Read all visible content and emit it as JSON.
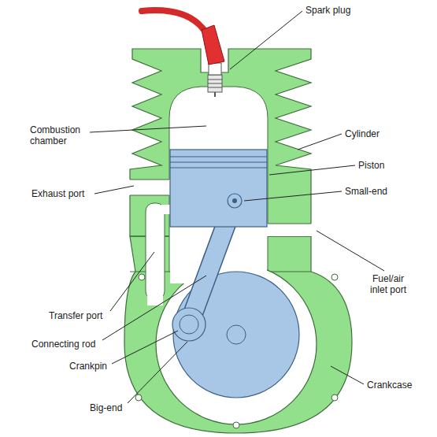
{
  "diagram": {
    "labels": [
      "Spark plug",
      "Combustion chamber",
      "Cylinder",
      "Piston",
      "Small-end",
      "Exhaust port",
      "Fuel/air inlet port",
      "Transfer port",
      "Connecting rod",
      "Crankpin",
      "Crankcase",
      "Big-end"
    ]
  }
}
